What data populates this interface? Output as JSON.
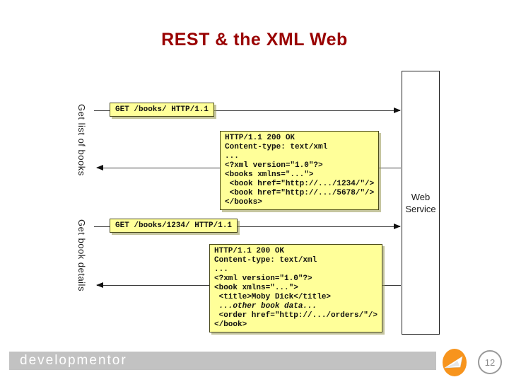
{
  "slide": {
    "title": "REST & the XML Web",
    "accent_color": "#990000",
    "footer": {
      "brand": "developmentor",
      "bar_color": "#c2c2c2",
      "logo_color": "#f7941d",
      "page_number": "12"
    }
  },
  "diagram": {
    "client_labels": [
      "Get list of books",
      "Get book details"
    ],
    "service_label": "Web Service",
    "box_fill_color": "#ffff99",
    "messages": [
      {
        "direction": "request",
        "label": "GET /books/ HTTP/1.1"
      },
      {
        "direction": "response",
        "lines": [
          {
            "text": "HTTP/1.1 200 OK"
          },
          {
            "text": "Content-type: text/xml"
          },
          {
            "text": "..."
          },
          {
            "text": "<?xml version=\"1.0\"?>"
          },
          {
            "text": "<books xmlns=\"...\">"
          },
          {
            "text": " <book href=\"http://.../1234/\"/>"
          },
          {
            "text": " <book href=\"http://.../5678/\"/>"
          },
          {
            "text": "</books>"
          }
        ]
      },
      {
        "direction": "request",
        "label": "GET /books/1234/ HTTP/1.1"
      },
      {
        "direction": "response",
        "lines": [
          {
            "text": "HTTP/1.1 200 OK"
          },
          {
            "text": "Content-type: text/xml"
          },
          {
            "text": "..."
          },
          {
            "text": "<?xml version=\"1.0\"?>"
          },
          {
            "text": "<book xmlns=\"...\">"
          },
          {
            "text": " <title>Moby Dick</title>"
          },
          {
            "text": " ...other book data...",
            "italic": true
          },
          {
            "text": " <order href=\"http://.../orders/\"/>"
          },
          {
            "text": "</book>"
          }
        ]
      }
    ]
  }
}
